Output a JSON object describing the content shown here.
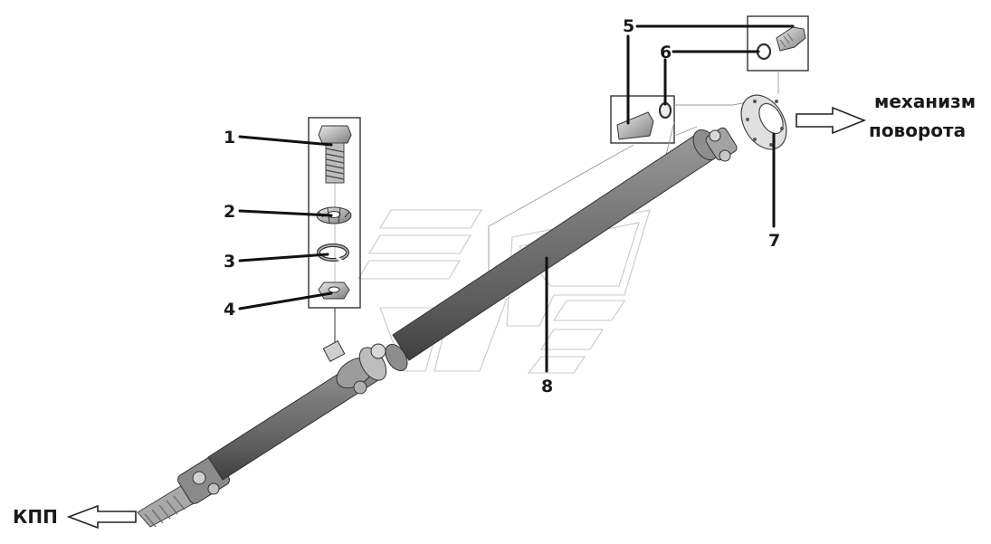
{
  "diagram": {
    "callouts": [
      {
        "number": "1",
        "part": "bolt"
      },
      {
        "number": "2",
        "part": "lock washer"
      },
      {
        "number": "3",
        "part": "spring washer"
      },
      {
        "number": "4",
        "part": "nut"
      },
      {
        "number": "5",
        "part": "bolt"
      },
      {
        "number": "6",
        "part": "washer"
      },
      {
        "number": "7",
        "part": "flange"
      },
      {
        "number": "8",
        "part": "drive shaft"
      }
    ],
    "destinations": {
      "gearbox": "КПП",
      "steering_line1": "механизм",
      "steering_line2": "поворота"
    },
    "colors": {
      "shaft": "#6f6f6f",
      "leader": "#111111",
      "frame": "#222222",
      "watermark": "#c8c8c8"
    }
  }
}
